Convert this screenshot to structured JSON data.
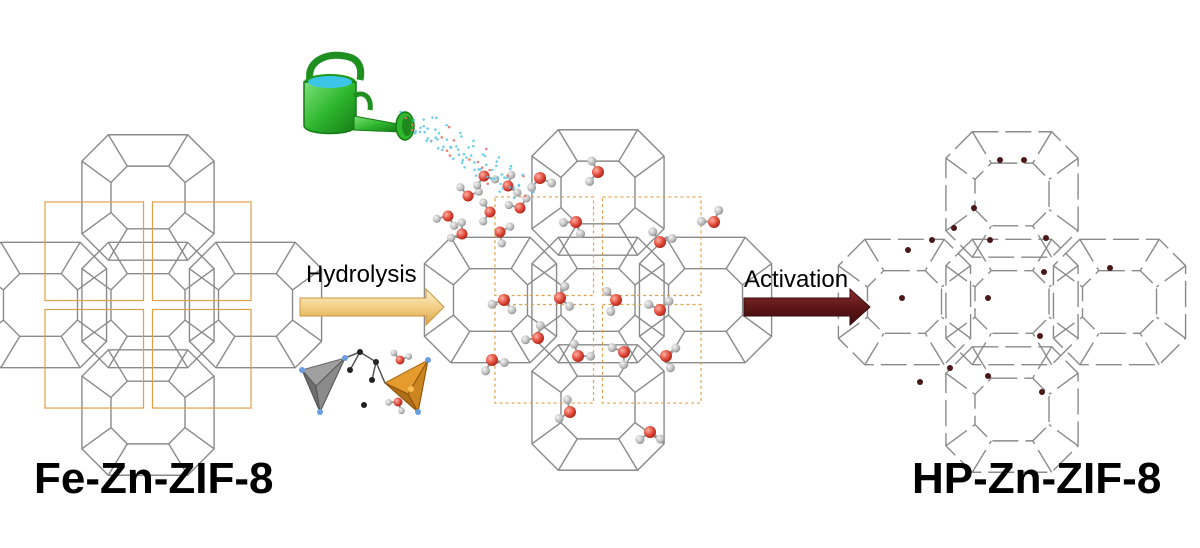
{
  "labels": {
    "left": "Fe-Zn-ZIF-8",
    "right": "HP-Zn-ZIF-8",
    "step1": "Hydrolysis",
    "step2": "Activation"
  },
  "colors": {
    "framework_gray": "#8a8a8a",
    "framework_orange": "#e0a048",
    "arrow1_fill": "#f6dca2",
    "arrow2_fill": "#6b1d1d",
    "can_green": "#2fb82f",
    "water_oxygen": "#e04a3a",
    "water_hydrogen": "#b8b8b8",
    "spray_blue": "#58c8e8",
    "defect_dot": "#4a1818"
  },
  "icons": [
    "watering-can-icon",
    "tetrahedron-icon",
    "water-molecule-icon"
  ]
}
